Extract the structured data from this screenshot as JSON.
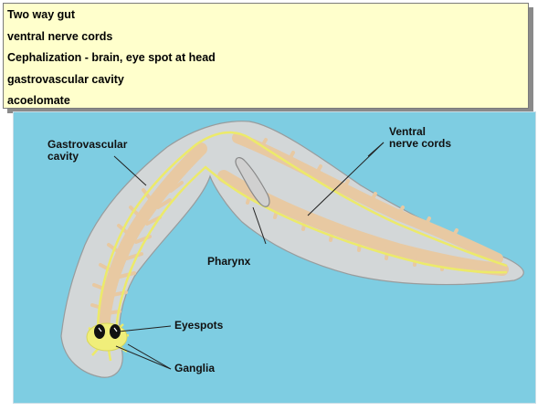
{
  "notes": [
    "Two way gut",
    "ventral nerve cords",
    "Cephalization - brain, eye spot at head",
    "gastrovascular cavity",
    "acoelomate"
  ],
  "labels": {
    "gastrovascular": [
      "Gastrovascular",
      "cavity"
    ],
    "ventral_nerve": [
      "Ventral",
      "nerve cords"
    ],
    "pharynx": "Pharynx",
    "eyespots": "Eyespots",
    "ganglia": "Ganglia"
  },
  "colors": {
    "background": "#7ecde2",
    "body": "#d8d8d8",
    "gut": "#e8c9a2",
    "nerve": "#ecea6a",
    "note_box": "#ffffcc"
  }
}
